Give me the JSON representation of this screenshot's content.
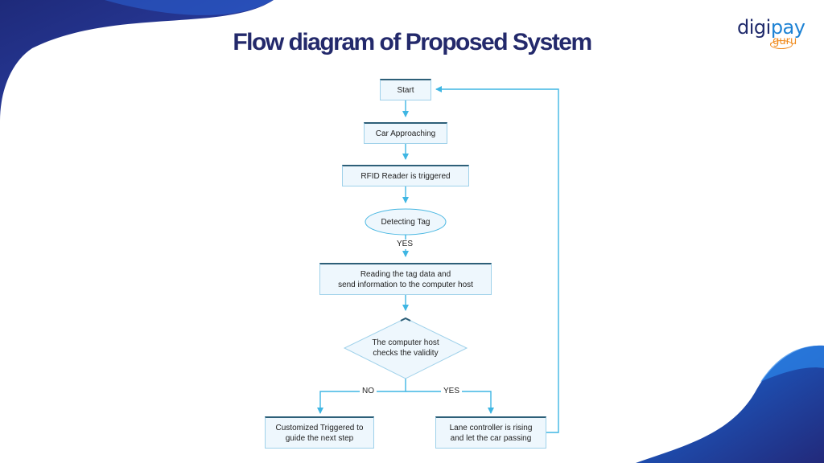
{
  "title": "Flow diagram of Proposed System",
  "logo": {
    "main_prefix": "digi",
    "main_accent": "pay",
    "sub": ".guru"
  },
  "colors": {
    "title": "#23296b",
    "connector": "#3fb6e3",
    "node_fill": "#eef7fd",
    "node_border": "#9fd1ea",
    "node_top_edge": "#2d5f78",
    "wave_dark": "#1e2f86",
    "wave_light": "#1764d6"
  },
  "nodes": {
    "start": "Start",
    "car_approaching": "Car Approaching",
    "rfid_reader": "RFID Reader is triggered",
    "detecting_tag": "Detecting Tag",
    "reading_tag": "Reading the tag data and\nsend information to the computer host",
    "validity_check": "The computer host\nchecks the validity",
    "customized": "Customized Triggered to\nguide the next step",
    "lane_controller": "Lane controller is rising\nand let the car passing"
  },
  "edge_labels": {
    "detect_yes": "YES",
    "valid_no": "NO",
    "valid_yes": "YES"
  }
}
